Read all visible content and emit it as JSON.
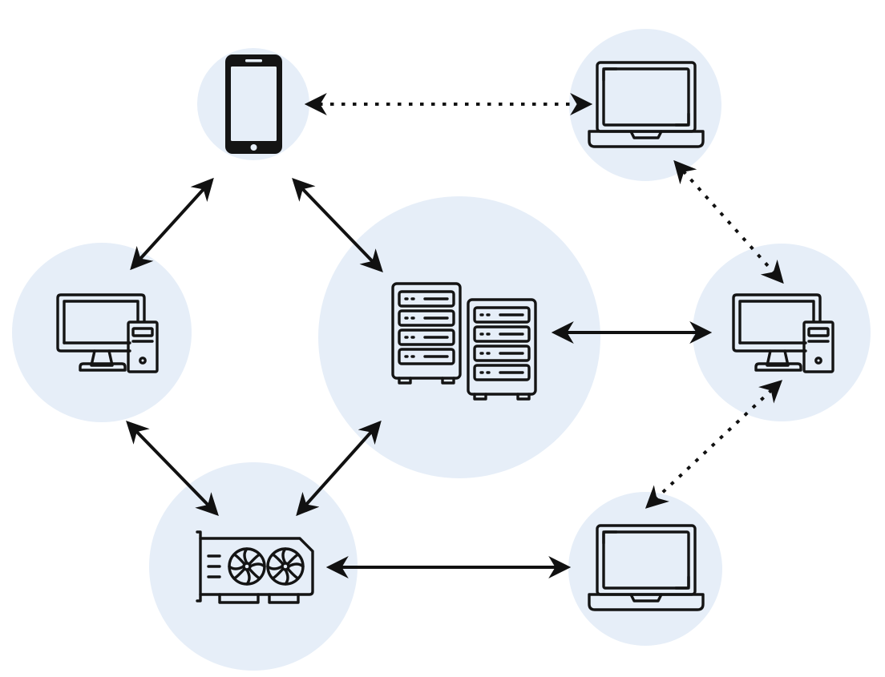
{
  "diagram": {
    "colors": {
      "background": "#ffffff",
      "node_fill": "#e6eef8",
      "stroke": "#111111"
    },
    "nodes": [
      {
        "id": "smartphone",
        "icon": "smartphone-icon"
      },
      {
        "id": "laptop-top-right",
        "icon": "laptop-icon"
      },
      {
        "id": "desktop-left",
        "icon": "desktop-computer-icon"
      },
      {
        "id": "server-center",
        "icon": "server-racks-icon"
      },
      {
        "id": "desktop-right",
        "icon": "desktop-computer-icon"
      },
      {
        "id": "gpu-bottom",
        "icon": "graphics-card-icon"
      },
      {
        "id": "laptop-bottom-right",
        "icon": "laptop-icon"
      }
    ],
    "connections": [
      {
        "from": "smartphone",
        "to": "desktop-left",
        "style": "solid",
        "arrows": "both"
      },
      {
        "from": "smartphone",
        "to": "server-center",
        "style": "solid",
        "arrows": "both"
      },
      {
        "from": "smartphone",
        "to": "laptop-top-right",
        "style": "dotted",
        "arrows": "both"
      },
      {
        "from": "laptop-top-right",
        "to": "desktop-right",
        "style": "dotted",
        "arrows": "both"
      },
      {
        "from": "server-center",
        "to": "desktop-right",
        "style": "solid",
        "arrows": "both"
      },
      {
        "from": "desktop-right",
        "to": "laptop-bottom-right",
        "style": "dotted",
        "arrows": "both"
      },
      {
        "from": "desktop-left",
        "to": "gpu-bottom",
        "style": "solid",
        "arrows": "both"
      },
      {
        "from": "server-center",
        "to": "gpu-bottom",
        "style": "solid",
        "arrows": "both"
      },
      {
        "from": "gpu-bottom",
        "to": "laptop-bottom-right",
        "style": "solid",
        "arrows": "both"
      }
    ]
  }
}
